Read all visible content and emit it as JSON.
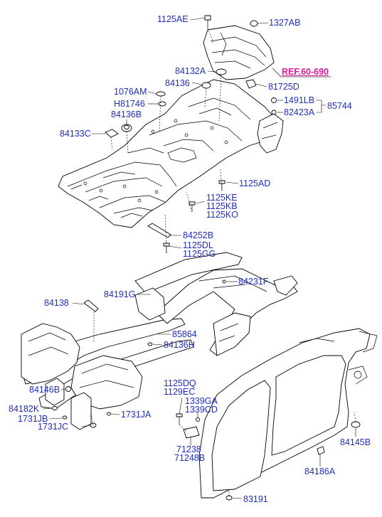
{
  "colors": {
    "label": "#1f2fbf",
    "reference": "#d81b9a",
    "line": "#000000",
    "background": "#ffffff"
  },
  "labels": {
    "p1125AE": "1125AE",
    "p1327AB": "1327AB",
    "ref60690": "REF.60-690",
    "p84132A": "84132A",
    "p84136": "84136",
    "p81725D": "81725D",
    "p1076AM": "1076AM",
    "pH81746": "H81746",
    "p84136B": "84136B",
    "p1491LB": "1491LB",
    "p82423A": "82423A",
    "p85744": "85744",
    "p84133C": "84133C",
    "p1125AD": "1125AD",
    "p1125KE": "1125KE",
    "p1125KB": "1125KB",
    "p1125KO": "1125KO",
    "p84252B": "84252B",
    "p1125DL": "1125DL",
    "p1125GG": "1125GG",
    "p84231F": "84231F",
    "p84191G": "84191G",
    "p84138": "84138",
    "p85864": "85864",
    "p84136H": "84136H",
    "p84146B": "84146B",
    "p1125DQ": "1125DQ",
    "p1129EC": "1129EC",
    "p1339GA": "1339GA",
    "p1339CD": "1339CD",
    "p84182K": "84182K",
    "p1731JB": "1731JB",
    "p1731JA": "1731JA",
    "p1731JC": "1731JC",
    "p71238": "71238",
    "p71248B": "71248B",
    "p84145B": "84145B",
    "p84186A": "84186A",
    "p83191": "83191"
  }
}
